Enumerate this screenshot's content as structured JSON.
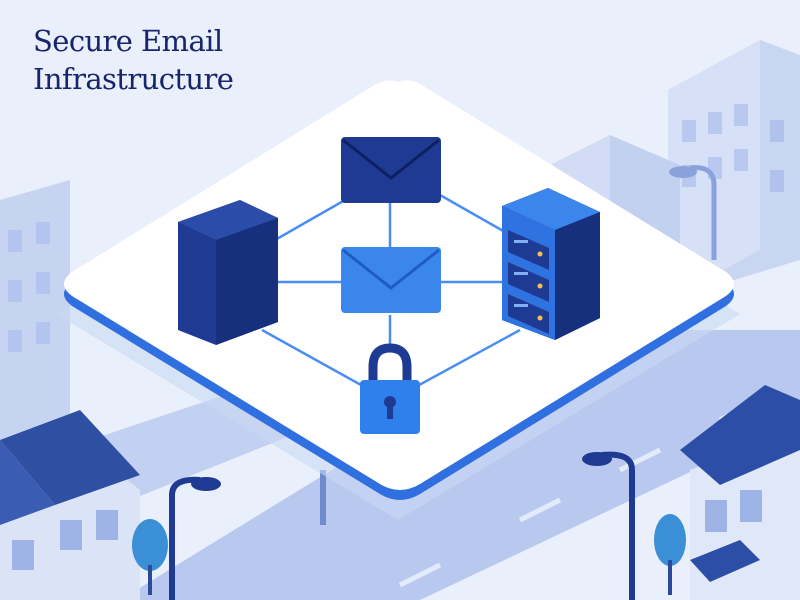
{
  "title": {
    "line1": "Secure Email",
    "line2": "Infrastructure"
  },
  "colors": {
    "background": "#e9effb",
    "building_light": "#c7d4f1",
    "building_mid": "#a9bbe8",
    "road": "#b7c6ee",
    "platform_top": "#ffffff",
    "platform_edge": "#2f6fe0",
    "connector_line": "#4a8ff0",
    "navy": "#1f3a93",
    "bright_blue": "#2f80ed",
    "title_text": "#17266b"
  },
  "diagram": {
    "nodes": [
      {
        "id": "envelope-top",
        "icon": "envelope-icon"
      },
      {
        "id": "envelope-center",
        "icon": "envelope-icon"
      },
      {
        "id": "server-left",
        "icon": "server-block-icon"
      },
      {
        "id": "server-right",
        "icon": "server-rack-icon"
      },
      {
        "id": "lock",
        "icon": "padlock-icon"
      }
    ],
    "edges": [
      [
        "envelope-top",
        "envelope-center"
      ],
      [
        "envelope-top",
        "server-left"
      ],
      [
        "envelope-top",
        "server-right"
      ],
      [
        "envelope-center",
        "server-left"
      ],
      [
        "envelope-center",
        "server-right"
      ],
      [
        "server-left",
        "lock"
      ],
      [
        "server-right",
        "lock"
      ],
      [
        "envelope-center",
        "lock"
      ]
    ]
  }
}
